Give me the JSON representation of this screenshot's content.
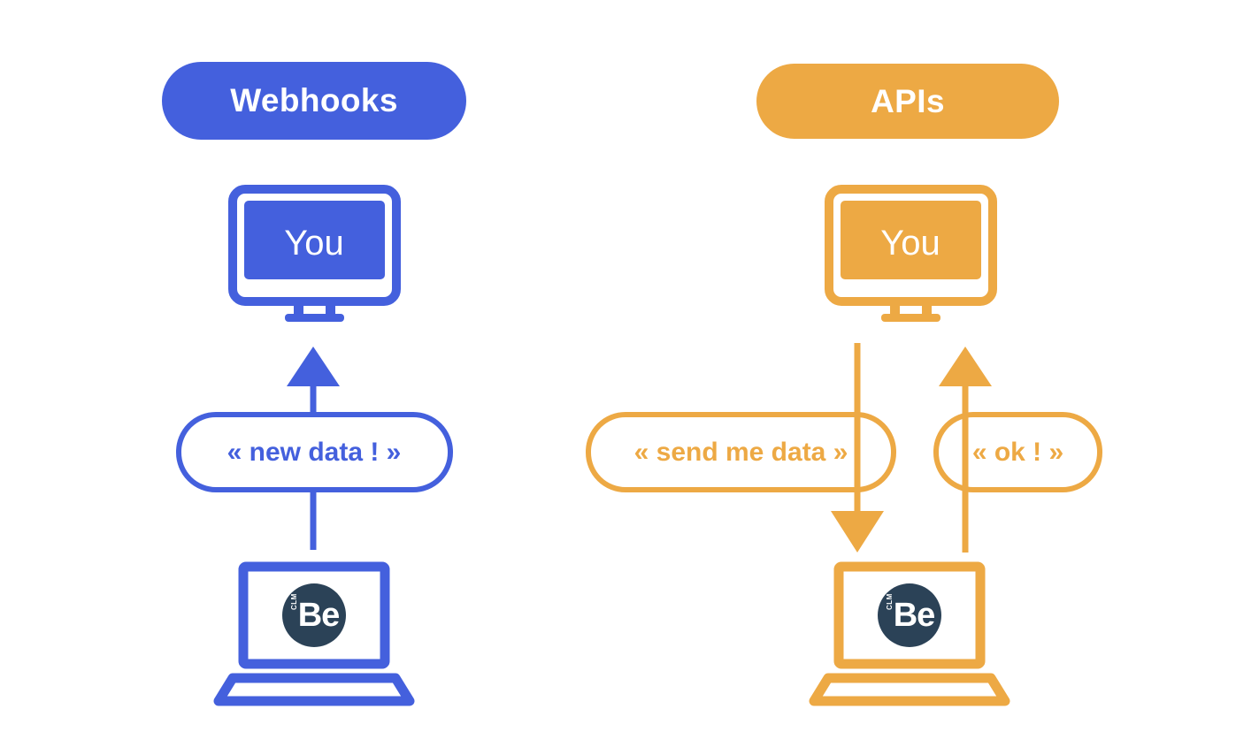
{
  "diagram": {
    "title_semantic": "webhooks-vs-apis-comparison",
    "background": "#ffffff",
    "columns": [
      {
        "id": "webhooks",
        "badge": "Webhooks",
        "accent": "#4460dd",
        "monitor_label": "You",
        "bubbles": [
          {
            "id": "new-data",
            "text": "« new data ! »"
          }
        ],
        "device_logo": {
          "primary": "Be",
          "secondary": "CLM",
          "circle_color": "#2b4257"
        },
        "arrows": [
          {
            "id": "upward-push",
            "direction": "up",
            "from": "server",
            "to": "you"
          }
        ]
      },
      {
        "id": "apis",
        "badge": "APIs",
        "accent": "#eda944",
        "monitor_label": "You",
        "bubbles": [
          {
            "id": "send-me-data",
            "text": "« send me data »"
          },
          {
            "id": "ok",
            "text": "« ok ! »"
          }
        ],
        "device_logo": {
          "primary": "Be",
          "secondary": "CLM",
          "circle_color": "#2b4257"
        },
        "arrows": [
          {
            "id": "request-down",
            "direction": "down",
            "from": "you",
            "to": "server"
          },
          {
            "id": "response-up",
            "direction": "up",
            "from": "server",
            "to": "you"
          }
        ]
      }
    ]
  }
}
